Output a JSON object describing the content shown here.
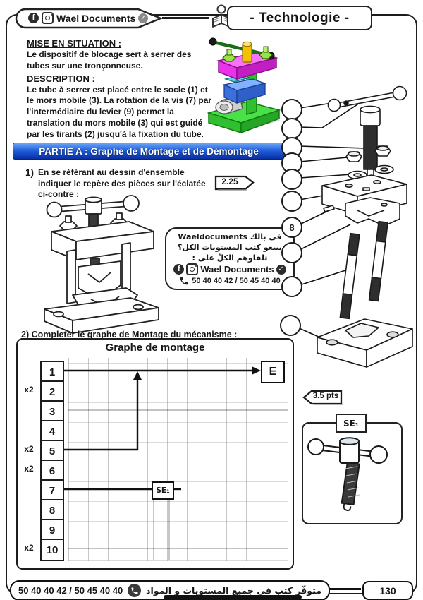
{
  "header": {
    "brand": "Wael Documents",
    "title": "- Technologie -"
  },
  "icons": {
    "facebook": "f",
    "verified": "✓"
  },
  "mise_en_situation": {
    "heading": "MISE EN SITUATION :",
    "body": "Le dispositif de blocage sert à serrer des tubes sur une tronçonneuse."
  },
  "description": {
    "heading": "DESCRIPTION :",
    "body": "Le tube à serrer est placé entre le socle (1) et le mors mobile (3). La rotation de la vis (7) par l'intermédiaire du levier (9) permet la translation du mors mobile (3) qui est guidé par les tirants (2) jusqu'à la fixation du tube."
  },
  "partie_a": {
    "banner": "PARTIE A : Graphe de Montage et de Démontage",
    "q1_num": "1)",
    "q1_text": "En se référant au dessin d'ensemble indiquer le repère des pièces sur l'éclatée ci-contre :",
    "q1_points": "2.25"
  },
  "ad_bubble": {
    "line1": "في بالك Waeldocuments",
    "line2": "يبيعو كتب المستويات الكل؟",
    "line3": "تلقاوهم الكلّ على :",
    "brand": "Wael Documents",
    "phones": "50 40 40 42 / 50 45 40 40"
  },
  "exploded": {
    "callouts": [
      "",
      "",
      "",
      "",
      "",
      "",
      "8",
      "",
      "",
      ""
    ]
  },
  "question2": {
    "heading": "2) Completer le graphe de Montage du mécanisme :",
    "points": "3.5 pts"
  },
  "graph": {
    "title": "Graphe de montage",
    "end_label": "E",
    "sub_label": "SE₁",
    "rows": [
      {
        "num": "1",
        "mult": ""
      },
      {
        "num": "2",
        "mult": "x2"
      },
      {
        "num": "3",
        "mult": ""
      },
      {
        "num": "4",
        "mult": ""
      },
      {
        "num": "5",
        "mult": "x2"
      },
      {
        "num": "6",
        "mult": "x2"
      },
      {
        "num": "7",
        "mult": ""
      },
      {
        "num": "8",
        "mult": ""
      },
      {
        "num": "9",
        "mult": ""
      },
      {
        "num": "10",
        "mult": "x2"
      }
    ]
  },
  "detail": {
    "label": "SE₁"
  },
  "footer": {
    "phones": "50 40 40 42 / 50 45 40 40",
    "arabic": "متوفّر كتب في جميع المستويات و المواد",
    "page": "130"
  }
}
